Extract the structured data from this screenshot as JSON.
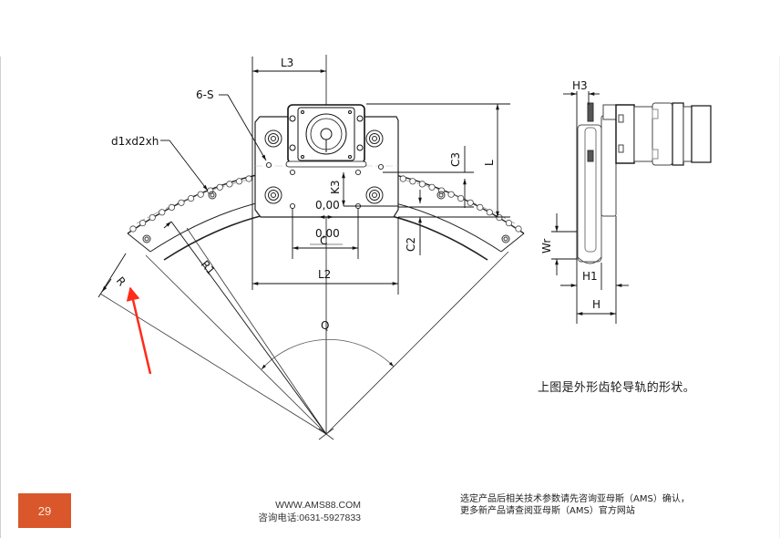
{
  "drawing": {
    "title": "外形齿轮导轨 (Outer gear guide rail) technical drawing",
    "front_view_labels": {
      "L3": "L3",
      "six_S": "6-S",
      "d1xd2xh": "d1xd2xh",
      "K3": "K3",
      "value_a": "0,00",
      "value_b": "0,00",
      "C": "C",
      "L2": "L2",
      "R1": "R1",
      "R": "R",
      "Q": "Q",
      "C3": "C3",
      "C2": "C2",
      "L": "L"
    },
    "side_view_labels": {
      "H3": "H3",
      "Wr": "Wr",
      "H1": "H1",
      "H": "H"
    },
    "annotation_arrow_color": "#ff2a1a"
  },
  "caption": "上图是外形齿轮导轨的形状。",
  "footer": {
    "page_number": "29",
    "page_number_bg": "#d9572b",
    "website": "WWW.AMS88.COM",
    "phone": "咨询电话:0631-5927833",
    "note_line1": "选定产品后相关技术参数请先咨询亚母斯（AMS）确认，",
    "note_line2": "更多新产品请查阅亚母斯（AMS）官方网站"
  }
}
